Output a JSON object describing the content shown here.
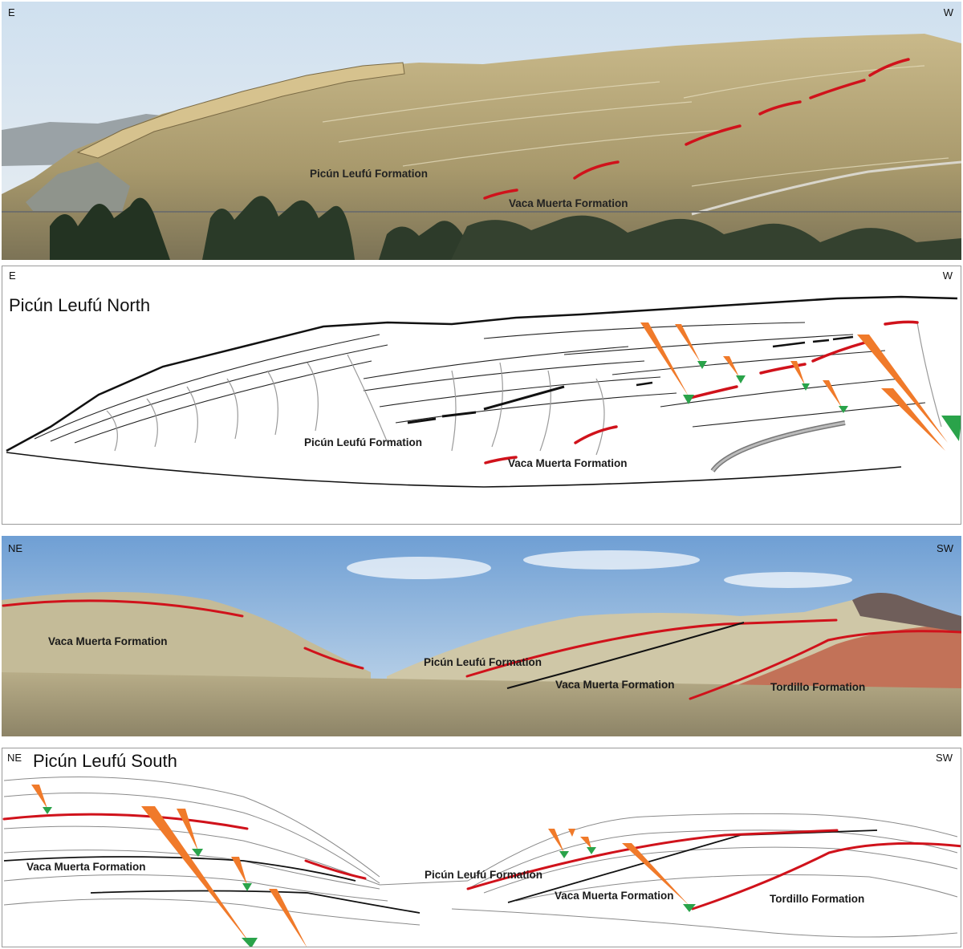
{
  "north": {
    "title": "Picún Leufú North",
    "photo": {
      "left_dir": "E",
      "right_dir": "W",
      "label_picun": "Picún Leufú Formation",
      "label_vaca": "Vaca Muerta Formation"
    },
    "sketch": {
      "left_dir": "E",
      "right_dir": "W",
      "label_picun": "Picún Leufú Formation",
      "label_vaca": "Vaca Muerta Formation"
    }
  },
  "south": {
    "title": "Picún Leufú South",
    "photo": {
      "left_dir": "NE",
      "right_dir": "SW",
      "label_vaca_left": "Vaca Muerta Formation",
      "label_picun": "Picún Leufú Formation",
      "label_vaca_right": "Vaca Muerta Formation",
      "label_tordillo": "Tordillo Formation"
    },
    "sketch": {
      "left_dir": "NE",
      "right_dir": "SW",
      "label_vaca_left": "Vaca Muerta Formation",
      "label_picun": "Picún Leufú Formation",
      "label_vaca_right": "Vaca Muerta Formation",
      "label_tordillo": "Tordillo Formation"
    }
  },
  "colors": {
    "marker_red": "#d0121b",
    "fracture_orange": "#f07a2a",
    "fracture_green": "#2aa34a",
    "sky": "#a9c9e8",
    "rock_tan": "#bfae7e",
    "tordillo_red": "#c0634a"
  }
}
